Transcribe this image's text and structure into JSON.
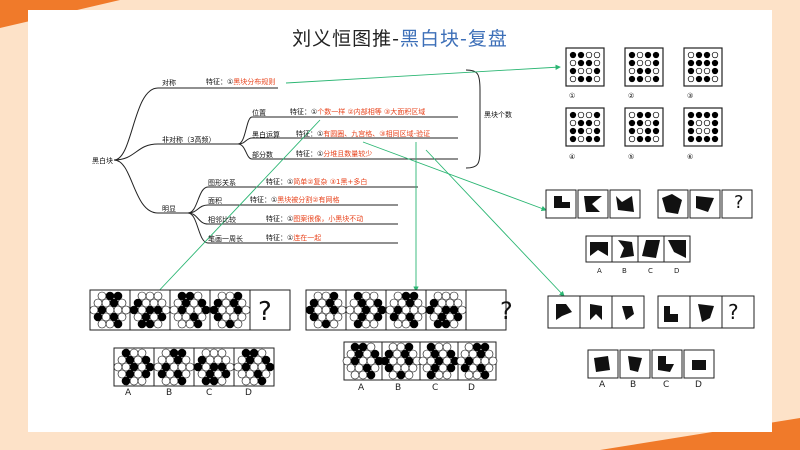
{
  "title": {
    "main": "刘义恒图推-",
    "sub": "黑白块-复盘"
  },
  "mindmap": {
    "root": "黑白块",
    "right_label": "黑块个数",
    "sym": {
      "label": "对称",
      "feat": "特征：①",
      "red": "黑块分布规则"
    },
    "asym": {
      "label": "非对称（3高频）",
      "items": [
        {
          "label": "位置",
          "feat": "特征：①",
          "red": "个数一样 ②内部相等 ③大面积区域"
        },
        {
          "label": "黑白运算",
          "feat": "特征：①",
          "red": "有圆圈、九宫格、③相同区域-验证"
        },
        {
          "label": "部分数",
          "feat": "特征：①",
          "red": "分堆且数量较少"
        }
      ]
    },
    "obvious": {
      "label": "明显",
      "items": [
        {
          "label": "图形关系",
          "feat": "特征：①",
          "red": "简单②复杂 ③1黑+多白"
        },
        {
          "label": "面积",
          "feat": "特征：①",
          "red": "黑块被分割②有网格"
        },
        {
          "label": "相邻比较",
          "feat": "特征：①",
          "red": "图案很像，小黑块不动"
        },
        {
          "label": "笔画一周长",
          "feat": "特征：①",
          "red": "连在一起"
        }
      ]
    }
  },
  "thumbnails": {
    "circle_labels": [
      "①",
      "②",
      "③",
      "④",
      "⑤",
      "⑥"
    ],
    "question_mark": "?",
    "options": [
      "A",
      "B",
      "C",
      "D"
    ]
  },
  "colors": {
    "accent_orange": "#f07a2a",
    "arrow_green": "#2bb673",
    "emphasis_red": "#e8431c",
    "title_blue": "#3d6fb8"
  }
}
